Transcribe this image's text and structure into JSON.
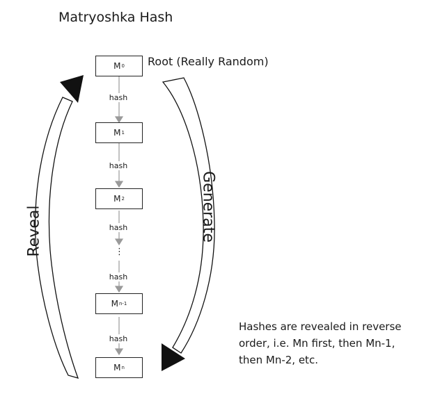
{
  "title": "Matryoshka Hash",
  "root_label": "Root (Really Random)",
  "chain": [
    {
      "main": "M",
      "sub": "0"
    },
    {
      "main": "M",
      "sub": "1"
    },
    {
      "main": "M",
      "sub": "2"
    },
    {
      "main": "M",
      "sub": "n-1"
    },
    {
      "main": "M",
      "sub": "n"
    }
  ],
  "hash_label": "hash",
  "ellipsis": "⋮",
  "reveal_label": "Reveal",
  "generate_label": "Generate",
  "note": {
    "line1": "Hashes are revealed in reverse",
    "line2": "order, i.e. Mn first, then Mn-1,",
    "line3": "then Mn-2, etc."
  }
}
